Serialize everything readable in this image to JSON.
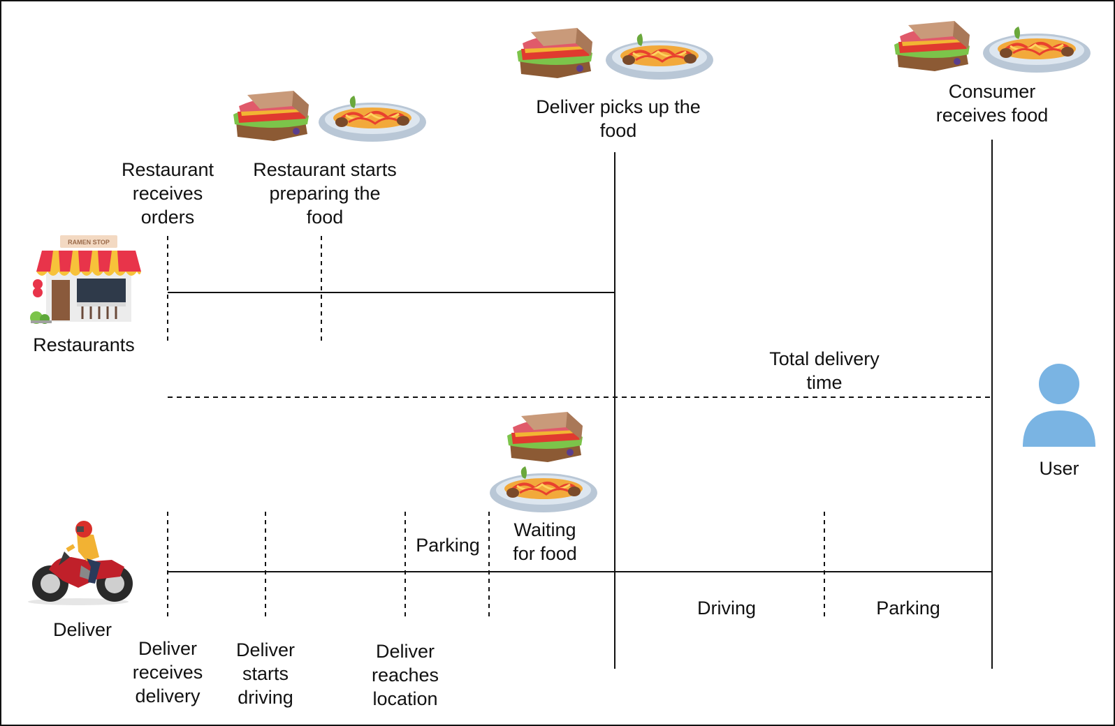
{
  "actors": {
    "restaurants": "Restaurants",
    "deliver": "Deliver",
    "user": "User",
    "shop_sign": "RAMEN STOP"
  },
  "restaurant_events": {
    "receives_orders": "Restaurant\nreceives\norders",
    "starts_preparing": "Restaurant starts\npreparing the\nfood"
  },
  "milestones": {
    "pickup": "Deliver picks up the\nfood",
    "consumer": "Consumer\nreceives food"
  },
  "total": "Total delivery\ntime",
  "deliver_events": {
    "receives_delivery": "Deliver\nreceives\ndelivery",
    "starts_driving": "Deliver\nstarts\ndriving",
    "reaches_location": "Deliver\nreaches\nlocation"
  },
  "phases": {
    "parking_before": "Parking",
    "waiting": "Waiting\nfor food",
    "driving": "Driving",
    "parking_after": "Parking"
  },
  "colors": {
    "user_icon": "#7ab4e3",
    "line": "#111111"
  }
}
